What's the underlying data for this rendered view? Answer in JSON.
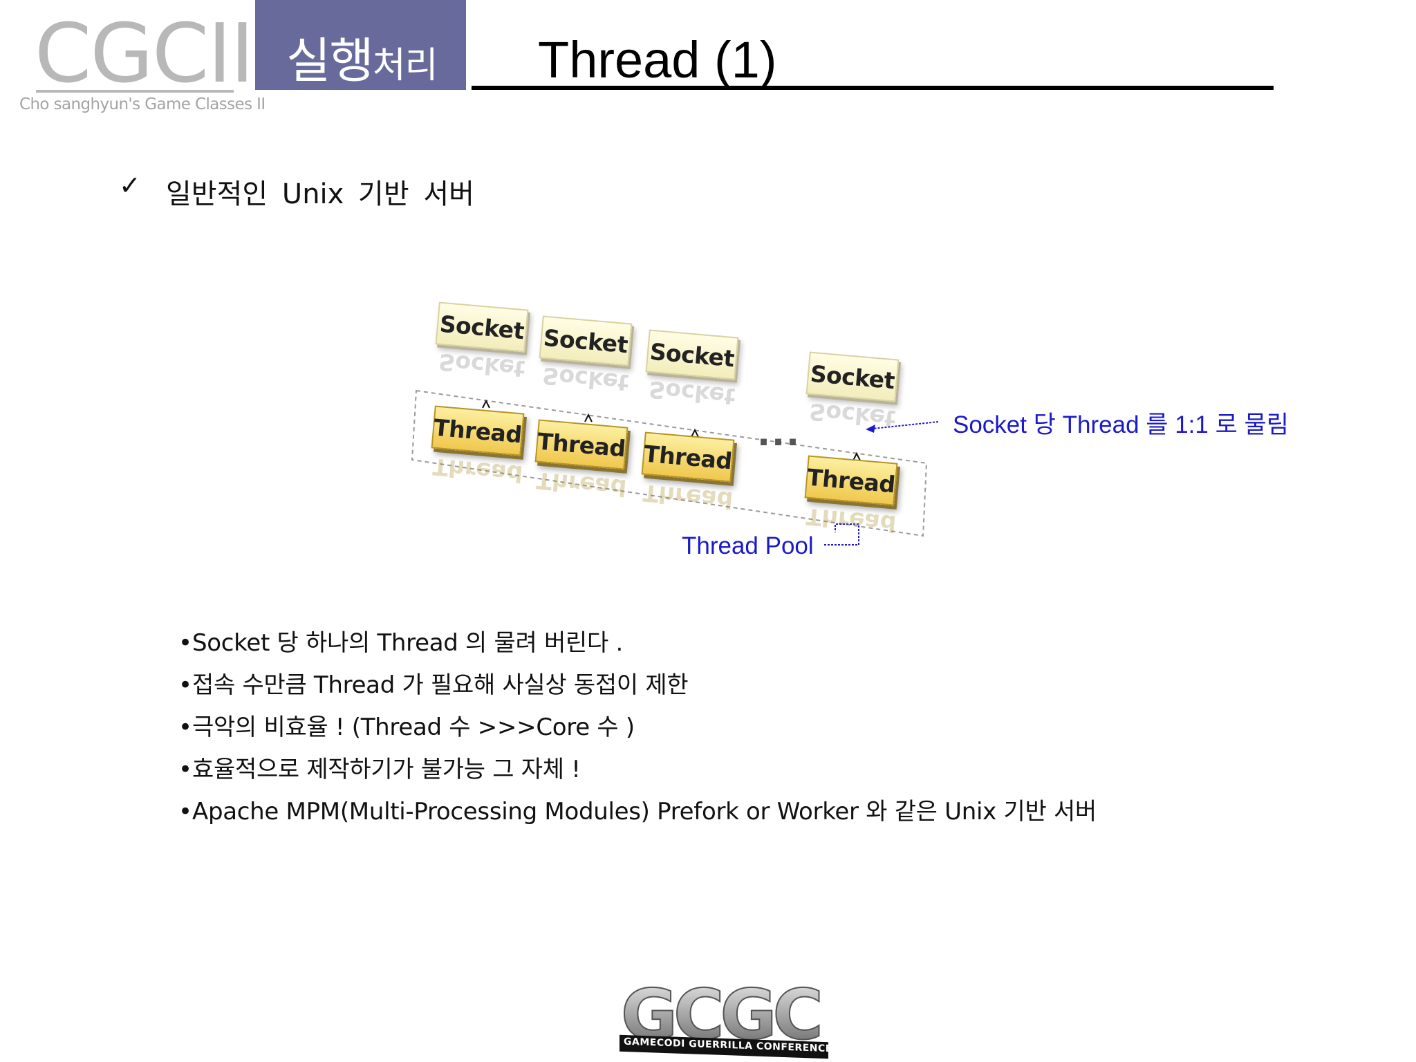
{
  "header": {
    "logo_text": "CGCII",
    "logo_subtitle": "Cho sanghyun's Game Classes II",
    "section_big": "실행",
    "section_small": "처리",
    "title": "Thread (1)"
  },
  "subtitle": {
    "icon": "check-icon",
    "text": "일반적인  Unix  기반 서버"
  },
  "diagram": {
    "socket_label": "Socket",
    "thread_label": "Thread",
    "ellipsis": "...",
    "mapping_note": "Socket 당  Thread 를  1:1 로 물림",
    "pool_label": "Thread Pool",
    "accent_color": "#1a1acc"
  },
  "bullets": [
    "Socket 당 하나의  Thread 의 물려 버린다 .",
    "접속 수만큼  Thread 가 필요해 사실상 동접이 제한",
    "극악의 비효율 ! (Thread 수 >>>Core 수 )",
    "효율적으로 제작하기가 불가능 그 자체 !",
    "Apache MPM(Multi-Processing Modules) Prefork or Worker 와 같은  Unix  기반 서버"
  ],
  "footer": {
    "logo_text": "GCGC",
    "logo_subtitle": "GAMECODI GUERRILLA CONFERENCE"
  },
  "colors": {
    "section_bg": "#686a9c",
    "logo_gray": "#b8b8b8"
  }
}
